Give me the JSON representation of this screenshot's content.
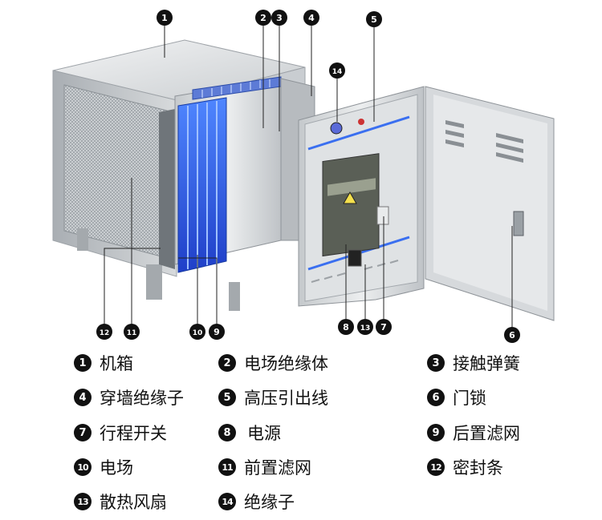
{
  "callouts": [
    {
      "id": "1",
      "label": "1"
    },
    {
      "id": "2",
      "label": "2"
    },
    {
      "id": "3",
      "label": "3"
    },
    {
      "id": "4",
      "label": "4"
    },
    {
      "id": "5",
      "label": "5"
    },
    {
      "id": "6",
      "label": "6"
    },
    {
      "id": "7",
      "label": "7"
    },
    {
      "id": "8",
      "label": "8"
    },
    {
      "id": "9",
      "label": "9"
    },
    {
      "id": "10",
      "label": "10"
    },
    {
      "id": "11",
      "label": "11"
    },
    {
      "id": "12",
      "label": "12"
    },
    {
      "id": "13",
      "label": "13"
    },
    {
      "id": "14",
      "label": "14"
    }
  ],
  "legend": [
    {
      "num": "1",
      "text": "机箱"
    },
    {
      "num": "2",
      "text": "电场绝缘体"
    },
    {
      "num": "3",
      "text": "接触弹簧"
    },
    {
      "num": "4",
      "text": "穿墙绝缘子"
    },
    {
      "num": "5",
      "text": "高压引出线"
    },
    {
      "num": "6",
      "text": "门锁"
    },
    {
      "num": "7",
      "text": "行程开关"
    },
    {
      "num": "8",
      "text": "电源"
    },
    {
      "num": "9",
      "text": "后置滤网"
    },
    {
      "num": "10",
      "text": "电场"
    },
    {
      "num": "11",
      "text": "前置滤网"
    },
    {
      "num": "12",
      "text": "密封条"
    },
    {
      "num": "13",
      "text": "散热风扇"
    },
    {
      "num": "14",
      "text": "绝缘子"
    }
  ],
  "colors": {
    "steel_light": "#e4e6e8",
    "steel_mid": "#b9bdc1",
    "steel_dark": "#8d9297",
    "plasma": "#3a6ff0",
    "badge": "#111111"
  }
}
